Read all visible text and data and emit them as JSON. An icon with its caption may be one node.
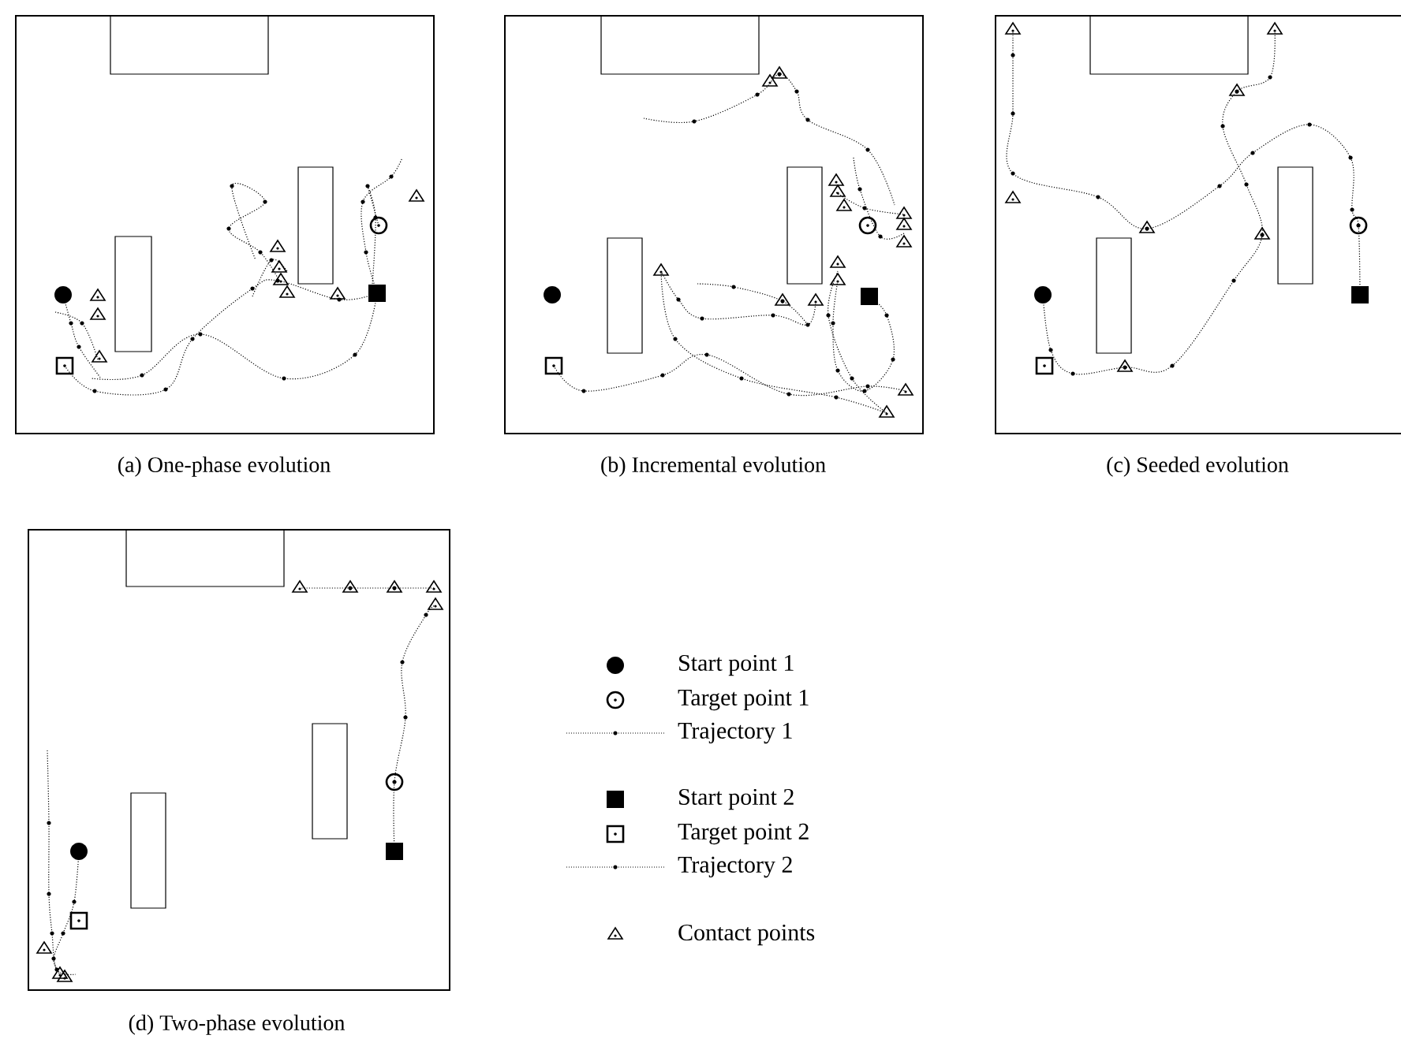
{
  "diagram": {
    "labels": [
      "(a) One-phase evolution",
      "(b) Incremental evolution",
      "(c) Seeded evolution",
      "(d) Two-phase evolution"
    ],
    "legend": [
      {
        "text": "Start point 1"
      },
      {
        "text": "Target point 1"
      },
      {
        "text": "Trajectory 1"
      },
      {
        "text": "Start point 2"
      },
      {
        "text": "Target point 2"
      },
      {
        "text": "Trajectory 2"
      },
      {
        "text": "Contact points"
      }
    ]
  }
}
